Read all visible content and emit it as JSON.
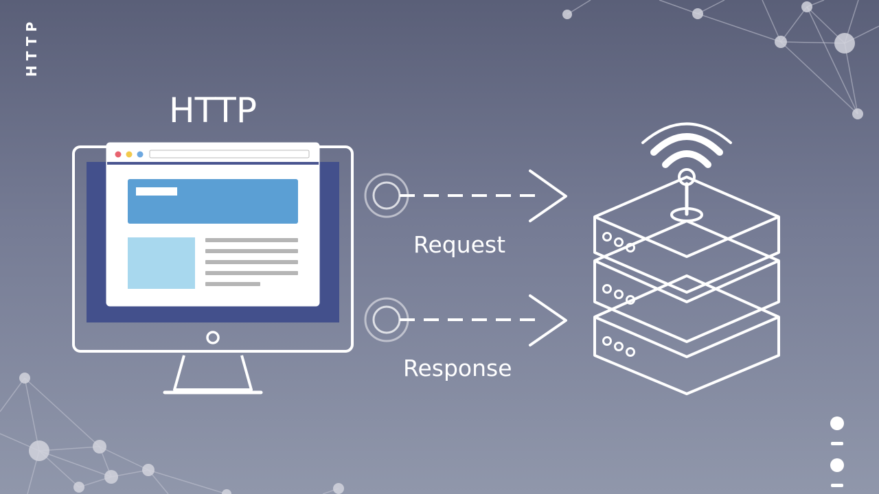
{
  "side_label": "HTTP",
  "title": "HTTP",
  "request": {
    "label": "Request"
  },
  "response": {
    "label": "Response"
  },
  "colors": {
    "background_top": "#5a5f78",
    "background_bottom": "#9097ab",
    "line": "#ffffff",
    "screen_border": "#43508c",
    "browser_header_block": "#5b9fd4",
    "browser_image_block": "#a8d8ee",
    "text_lines": "#b5b5b5",
    "dot_red": "#e8636f",
    "dot_yellow": "#f2c94c",
    "dot_blue": "#6ea8e0"
  },
  "icons": {
    "computer": "monitor-icon",
    "server": "server-stack-icon",
    "wifi": "wifi-signal-icon"
  }
}
